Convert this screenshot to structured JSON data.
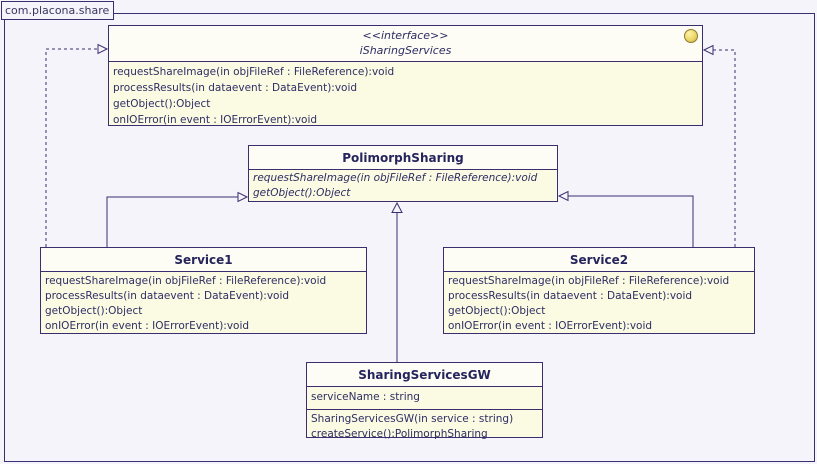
{
  "package": {
    "label": "com.placona.share"
  },
  "colors": {
    "background": "#f5f4fb",
    "box_border": "#3b2e6f",
    "header_fill": "#fdfdf6",
    "body_fill": "#fbfbe4",
    "text": "#2e2d63",
    "ball_fill": "#ecd768",
    "ball_border": "#8d7b33"
  },
  "icons": {
    "interface_ball": "lollipop-circle"
  },
  "classes": {
    "interface": {
      "stereotype": "<<interface>>",
      "name": "iSharingServices",
      "methods": [
        "requestShareImage(in objFileRef : FileReference):void",
        "processResults(in dataevent : DataEvent):void",
        "getObject():Object",
        "onIOError(in event : IOErrorEvent):void"
      ]
    },
    "polimorph": {
      "name": "PolimorphSharing",
      "methods": [
        "requestShareImage(in objFileRef : FileReference):void",
        "getObject():Object"
      ]
    },
    "service1": {
      "name": "Service1",
      "methods": [
        "requestShareImage(in objFileRef : FileReference):void",
        "processResults(in dataevent : DataEvent):void",
        "getObject():Object",
        "onIOError(in event : IOErrorEvent):void"
      ]
    },
    "service2": {
      "name": "Service2",
      "methods": [
        "requestShareImage(in objFileRef : FileReference):void",
        "processResults(in dataevent : DataEvent):void",
        "getObject():Object",
        "onIOError(in event : IOErrorEvent):void"
      ]
    },
    "gateway": {
      "name": "SharingServicesGW",
      "attributes": [
        "serviceName : string"
      ],
      "methods": [
        "SharingServicesGW(in service : string)",
        "createService():PolimorphSharing"
      ]
    }
  },
  "relations": [
    {
      "type": "realization",
      "from": "Service1",
      "to": "iSharingServices"
    },
    {
      "type": "realization",
      "from": "Service2",
      "to": "iSharingServices"
    },
    {
      "type": "generalization",
      "from": "Service1",
      "to": "PolimorphSharing"
    },
    {
      "type": "generalization",
      "from": "Service2",
      "to": "PolimorphSharing"
    },
    {
      "type": "generalization",
      "from": "SharingServicesGW",
      "to": "PolimorphSharing"
    }
  ]
}
